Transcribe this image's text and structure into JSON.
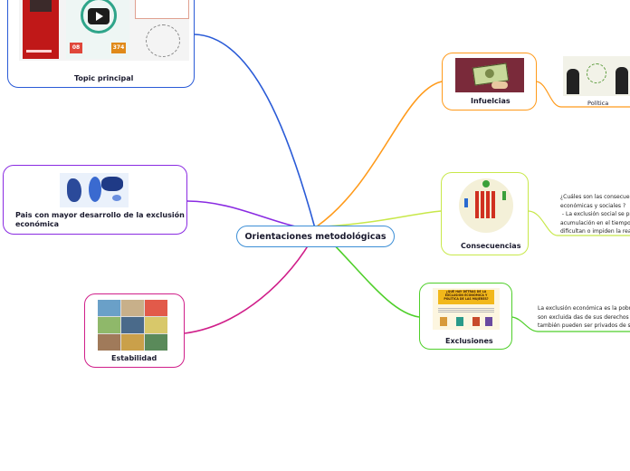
{
  "central": {
    "label": "Orientaciones metodológicas"
  },
  "nodes": {
    "topic": {
      "label": "Topic principal"
    },
    "pais": {
      "label": "Pais con mayor desarrollo de la exclusión\neconómica"
    },
    "estabilidad": {
      "label": "Estabilidad"
    },
    "influencias": {
      "label": "Infuelcias"
    },
    "consecuencias": {
      "label": "Consecuencias"
    },
    "exclusiones": {
      "label": "Exclusiones"
    }
  },
  "subnodes": {
    "politica": {
      "label": "Política"
    },
    "consecuencias_note": {
      "text": "¿Cuáles son las consecuencias\neconómicas y sociales ?\n - La exclusión social se produce\nacumulación en el tiempo  de\ndificultan o impiden la realiz"
    },
    "exclusiones_note": {
      "text": "La exclusión económica es la pobreza\nson excluida das de sus derechos de\ntambién pueden ser privados de su"
    }
  },
  "thumbnails": {
    "topic_numbers": [
      "08",
      "374"
    ],
    "exclusiones_title": "¿QUÉ HAY DETRÁS DE LA EXCLUSIÓN ECONÓMICA Y POLÍTICA DE LAS MUJERES?"
  },
  "colors": {
    "topic": "#2a5bd7",
    "pais": "#8a2be2",
    "estabilidad": "#d01f8a",
    "influencias": "#ff9a1a",
    "consecuencias": "#c8e84a",
    "exclusiones": "#4fcf2a",
    "center": "#3d8fd6"
  }
}
